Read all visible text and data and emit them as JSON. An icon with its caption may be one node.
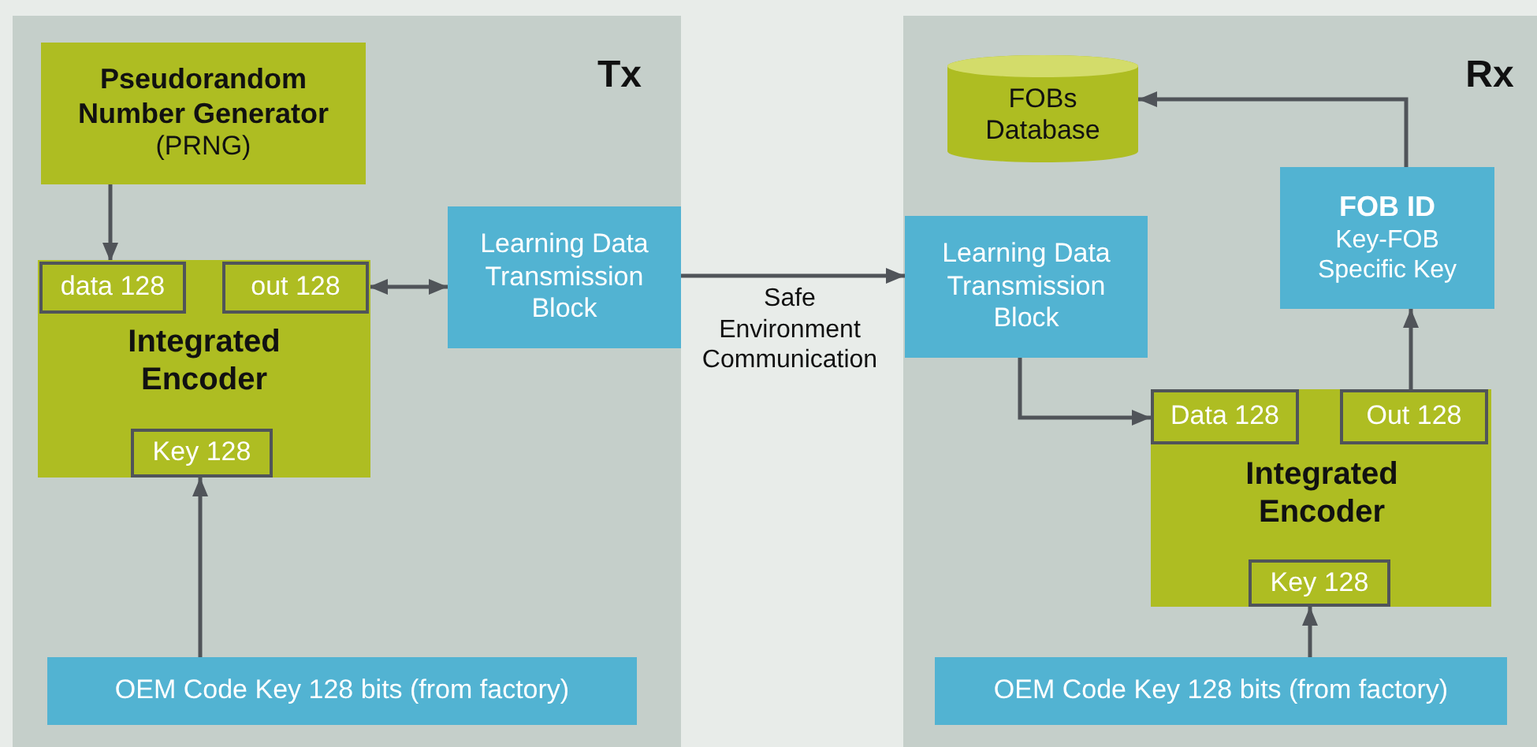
{
  "diagram": {
    "nodes": [
      {
        "text": [
          "Tx"
        ]
      },
      {
        "text": [
          "Pseudorandom Number Generator",
          "(PRNG)"
        ],
        "in": 0
      },
      {
        "text": [
          "Integrated Encoder"
        ],
        "in": 0
      },
      {
        "text": [
          "data 128"
        ],
        "in": 2
      },
      {
        "text": [
          "out 128"
        ],
        "in": 2
      },
      {
        "text": [
          "Key 128"
        ],
        "in": 2
      },
      {
        "text": [
          "Learning Data Transmission Block"
        ],
        "in": 0
      },
      {
        "text": [
          "OEM Code Key 128 bits (from factory)"
        ],
        "in": 0
      },
      {
        "text": [
          "Rx"
        ]
      },
      {
        "text": [
          "FOBs Database"
        ],
        "in": 8
      },
      {
        "text": [
          "FOB ID",
          "Key-FOB Specific Key"
        ],
        "in": 8
      },
      {
        "text": [
          "Learning Data Transmission Block"
        ],
        "in": 8
      },
      {
        "text": [
          "Integrated Encoder"
        ],
        "in": 8
      },
      {
        "text": [
          "Data 128"
        ],
        "in": 12
      },
      {
        "text": [
          "Out 128"
        ],
        "in": 12
      },
      {
        "text": [
          "Key 128"
        ],
        "in": 12
      },
      {
        "text": [
          "OEM Code Key 128 bits (from factory)"
        ],
        "in": 8
      }
    ],
    "edges": [
      {
        "from": 1,
        "to": 3,
        "arrow": "to"
      },
      {
        "from": 4,
        "to": 6,
        "arrow": "both"
      },
      {
        "from": 6,
        "to": 11,
        "arrow": "to",
        "label": "Safe Environment Communication"
      },
      {
        "from": 11,
        "to": 13,
        "arrow": "to"
      },
      {
        "from": 14,
        "to": 10,
        "arrow": "to"
      },
      {
        "from": 10,
        "to": 9,
        "arrow": "to"
      },
      {
        "from": 7,
        "to": 5,
        "arrow": "to"
      },
      {
        "from": 16,
        "to": 15,
        "arrow": "to"
      }
    ]
  }
}
